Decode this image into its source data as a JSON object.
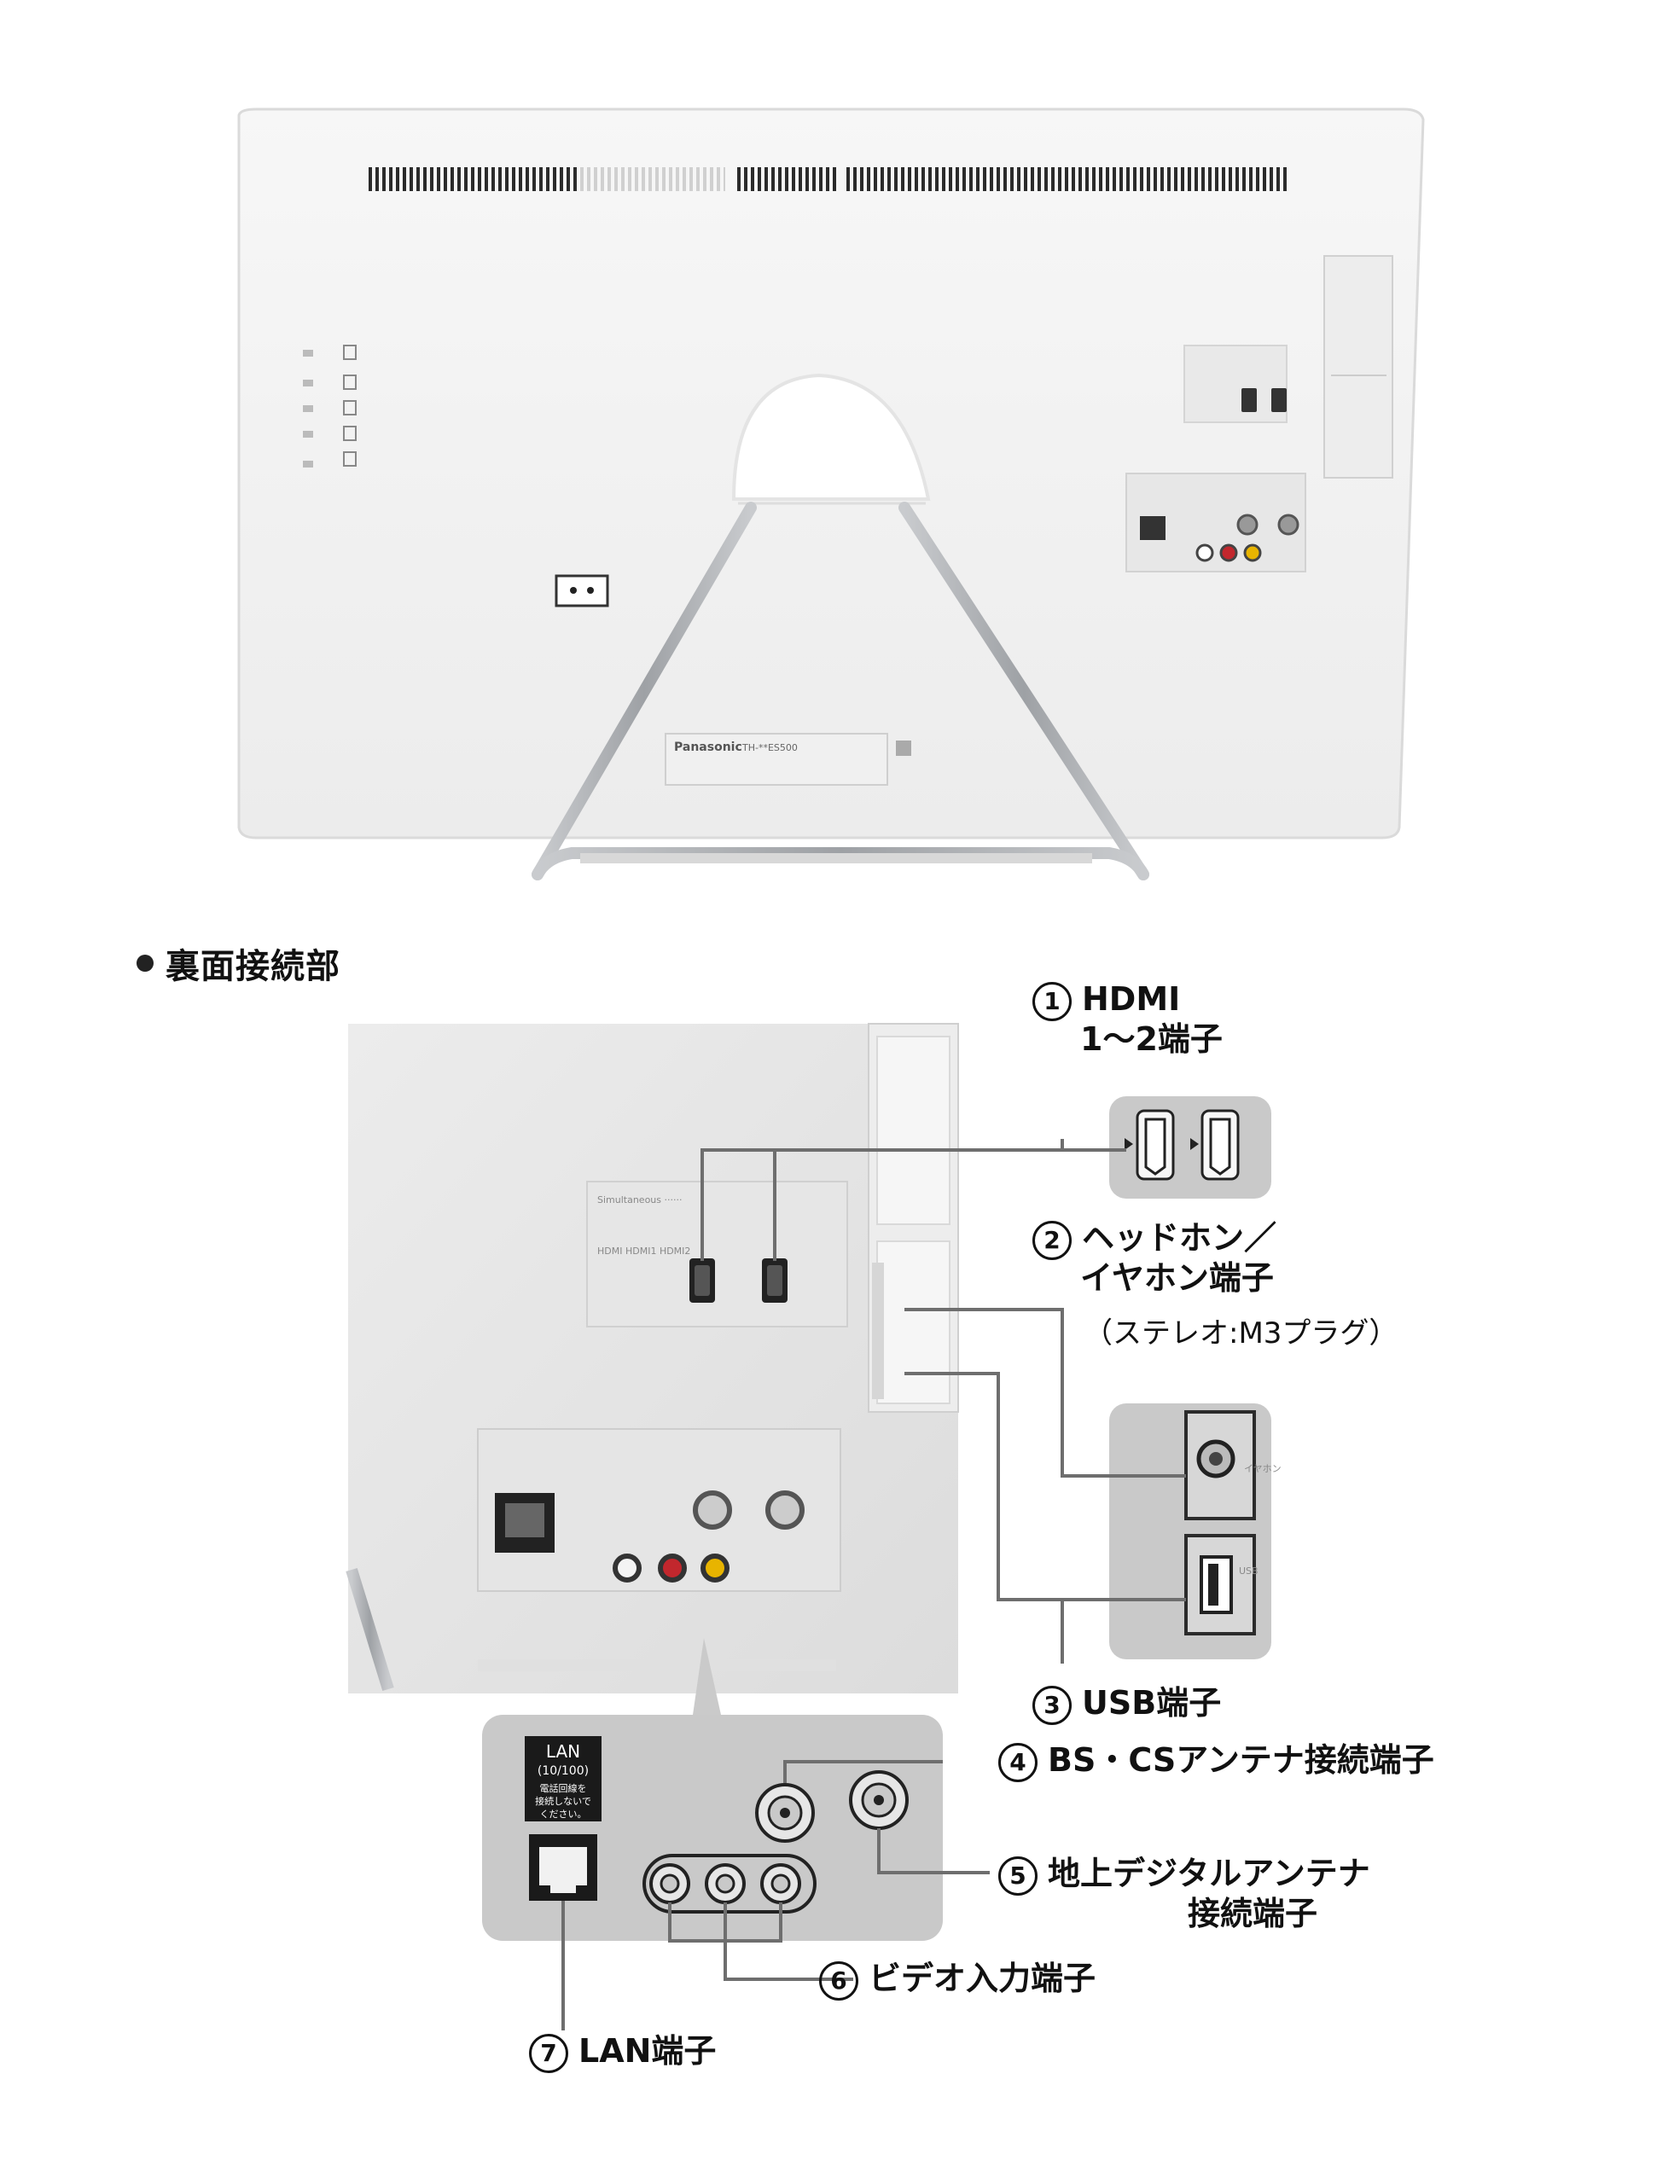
{
  "section_heading": "裏面接続部",
  "brand_label": "Panasonic",
  "model_label": "TH-**ES500",
  "lan_jack_label": "LAN",
  "lan_jack_speed": "(10/100)",
  "lan_jack_note": [
    "電話回線を",
    "接続しないで",
    "ください。"
  ],
  "callouts": [
    {
      "num": "1",
      "lines": [
        "HDMI",
        "1〜2端子"
      ]
    },
    {
      "num": "2",
      "lines": [
        "ヘッドホン／",
        "イヤホン端子"
      ],
      "sub": "（ステレオ:M3プラグ）"
    },
    {
      "num": "3",
      "lines": [
        "USB端子"
      ]
    },
    {
      "num": "4",
      "lines": [
        "BS・CSアンテナ接続端子"
      ]
    },
    {
      "num": "5",
      "lines": [
        "地上デジタルアンテナ",
        "接続端子"
      ]
    },
    {
      "num": "6",
      "lines": [
        "ビデオ入力端子"
      ]
    },
    {
      "num": "7",
      "lines": [
        "LAN端子"
      ]
    }
  ],
  "colors": {
    "tv_body": "#f3f3f3",
    "panel_gray": "#c9c9c9",
    "line": "#6e6e6e",
    "rca_red": "#c2272d",
    "rca_yellow": "#e8b400",
    "rca_white": "#f4f4f4",
    "stand": "#a9acb0"
  }
}
